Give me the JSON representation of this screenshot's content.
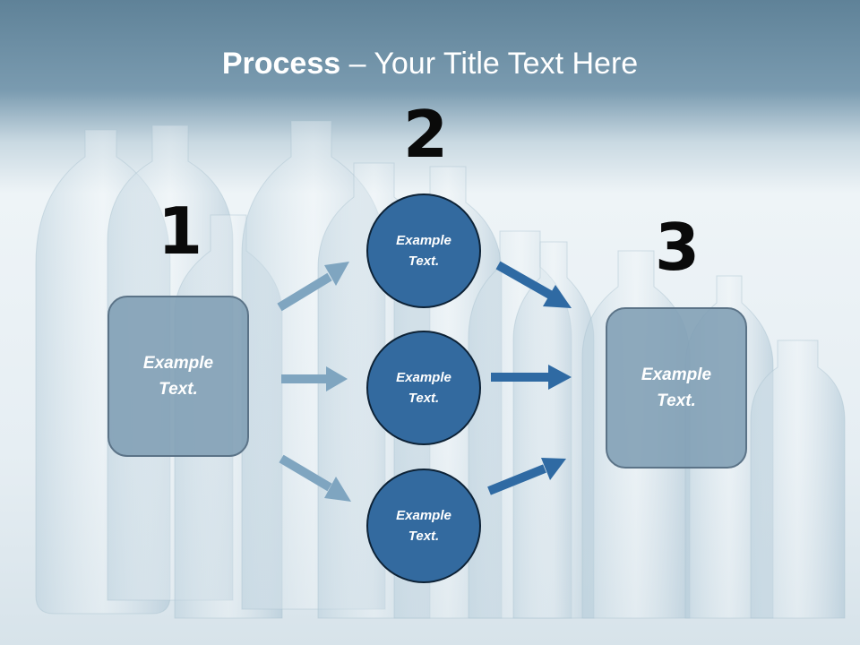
{
  "title": {
    "bold": "Process",
    "rest": " – Your Title Text Here"
  },
  "steps": {
    "one": "1",
    "two": "2",
    "three": "3"
  },
  "boxes": {
    "left": "Example Text.",
    "right": "Example Text."
  },
  "circles": {
    "top": "Example Text.",
    "middle": "Example Text.",
    "bottom": "Example Text."
  },
  "colors": {
    "header": "#5f8298",
    "box_fill": "#7f9eb4",
    "circle_fill": "#336a9f",
    "arrow_light": "#7fa5c0",
    "arrow_dark": "#2f6aa3"
  }
}
